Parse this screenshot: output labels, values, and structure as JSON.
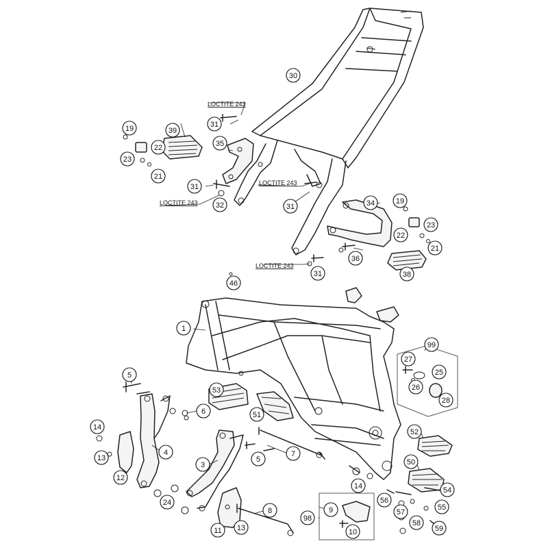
{
  "callouts": {
    "c30": "30",
    "c31a": "31",
    "c31b": "31",
    "c31c": "31",
    "c31d": "31",
    "c19a": "19",
    "c39": "39",
    "c22a": "22",
    "c23a": "23",
    "c21a": "21",
    "c35": "35",
    "c32": "32",
    "c34": "34",
    "c19b": "19",
    "c23b": "23",
    "c22b": "22",
    "c21b": "21",
    "c36": "36",
    "c38": "38",
    "c46": "46",
    "c1": "1",
    "c99": "99",
    "c27": "27",
    "c25": "25",
    "c26": "26",
    "c28": "28",
    "c5a": "5",
    "c6": "6",
    "c53": "53",
    "c51": "51",
    "c14a": "14",
    "c4": "4",
    "c13a": "13",
    "c12": "12",
    "c3": "3",
    "c5b": "5",
    "c7": "7",
    "c52": "52",
    "c50": "50",
    "c24": "24",
    "c14b": "14",
    "c54": "54",
    "c8": "8",
    "c9": "9",
    "c56": "56",
    "c55": "55",
    "c57": "57",
    "c98": "98",
    "c11": "11",
    "c13b": "13",
    "c10": "10",
    "c58": "58",
    "c59": "59"
  },
  "notes": {
    "loctite_1": "LOCTITE 243",
    "loctite_2": "LOCTITE 243",
    "loctite_3": "LOCTITE 243",
    "loctite_4": "LOCTITE 243"
  }
}
